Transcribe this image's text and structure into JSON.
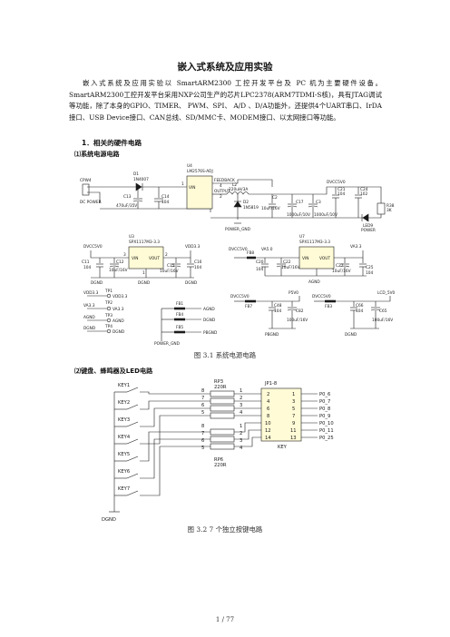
{
  "document": {
    "title": "嵌入式系统及应用实验",
    "intro": "嵌入式系统及应用实验以 SmartARM2300 工控开发平台及 PC 机为主要硬件设备。SmartARM2300工控开发平台采用NXP公司生产的芯片LPC2378(ARM7TDMI-S核)，具有JTAG调试等功能，除了本身的GPIO、TIMER、 PWM、SPI、 A/D 、D/A功能外，还提供4个UART串口、IrDA接口、USB Device接口、CAN总线、SD/MMC卡、MODEM接口、以太网接口等功能。",
    "section_1": "1．相关的硬件电路",
    "sub_1": "⑴系统电源电路",
    "fig1_caption": "图 3.1  系统电源电路",
    "sub_2": "⑵键盘、蜂鸣器及LED电路",
    "fig2_caption": "图 3.2   7 个独立按键电路",
    "page_number": "1 / 77"
  },
  "fig1": {
    "u4": "U4",
    "u4_part": "LM2576S-ADJ",
    "d1": "D1",
    "d1_part": "1N4007",
    "cpw4": "CPW4",
    "dc_power": "DC POWER",
    "c13": "C13",
    "c13_val": "470uF/35V",
    "c14": "C14",
    "c14_val": "104",
    "vin": "VIN",
    "feedback": "FEEDBACK",
    "output": "OUTPUT",
    "pin4": "4",
    "pin2": "2",
    "pin1": "1",
    "l2": "L2",
    "l2_val": "220uH/3A",
    "d2": "D2",
    "d2_part": "1N5819",
    "c2": "C2",
    "c2_val": "10uF/16V",
    "c17": "C17",
    "c17_val": "1000uF/10V",
    "c3": "C3",
    "c3_val": "1000uF/10V",
    "c21": "C21",
    "c21_val": "104",
    "c24": "C24",
    "c24_val": "102",
    "r38": "R38",
    "r38_val": "3K",
    "led9": "LED9",
    "led9_label": "POWER",
    "dvcc5v0_top": "DVCC5V0",
    "power_gnd": "POWER_GND",
    "u3": "U3",
    "u3_part": "SPX1117M3-3.3",
    "dvcc5v0_l": "DVCC5V0",
    "vdd33": "VDD3.3",
    "c11": "C11",
    "c11_val": "104",
    "c12": "C12",
    "c12_val": "10uF/16V",
    "c15": "C15",
    "c15_val": "10uF/16V",
    "c16": "C16",
    "c16_val": "104",
    "vin_label": "VIN",
    "vout_label": "VOUT",
    "u3_pin3": "3",
    "u3_pin2": "2",
    "u3_pin1": "1",
    "dgnd": "DGND",
    "u7": "U7",
    "u7_part": "SPX1117M3-3.3",
    "dvcc5v0_r": "DVCC5V0",
    "fb8": "FB8",
    "va50": "VA5.0",
    "va33": "VA3.3",
    "c20": "C20",
    "c20_val": "104",
    "c22": "C22",
    "c22_val": "10uF/16V",
    "c27": "C27",
    "c27_val": "10uF/16V",
    "c25": "C25",
    "c25_val": "104",
    "agnd": "AGND",
    "tp_vdd33": "VDD3.3",
    "tp_va33": "VA3.3",
    "tp_agnd": "AGND",
    "tp_dgnd": "DGND",
    "tp1": "TP1",
    "tp2": "TP2",
    "tp3": "TP3",
    "tp4": "TP4",
    "fb1": "FB1",
    "fb4": "FB4",
    "fb5": "FB5",
    "out_agnd": "AGND",
    "out_dgnd": "DGND",
    "out_pbgnd": "PBGND",
    "power_gnd2": "POWER_GND",
    "dvcc5v0_b1": "DVCC5V0",
    "p5v0": "P5V0",
    "fb7": "FB7",
    "c48": "C48",
    "c48_val": "104",
    "c82": "C82",
    "c82_val": "100uF/16V",
    "pbgnd": "PBGND",
    "dvcc5v0_b2": "DVCC5V0",
    "fb3": "FB3",
    "lcd5v0": "LCD_5V0",
    "c66": "C66",
    "c66_val": "104",
    "c65": "C65",
    "c65_val": "100uF/16V",
    "dgnd2": "DGND"
  },
  "fig2": {
    "rp3": "RP3",
    "rp3_val": "220R",
    "rp6": "RP6",
    "rp6_val": "220R",
    "jp": "JP1-8",
    "key": "KEY",
    "dgnd": "DGND",
    "keys": [
      "KEY1",
      "KEY2",
      "KEY3",
      "KEY4",
      "KEY5",
      "KEY6",
      "KEY7"
    ],
    "rp_left_top": [
      "8",
      "7",
      "6",
      "5"
    ],
    "rp_right_top": [
      "1",
      "2",
      "3",
      "4"
    ],
    "rp_left_bot": [
      "8",
      "7",
      "6",
      "5"
    ],
    "rp_right_bot": [
      "1",
      "2",
      "3",
      "4"
    ],
    "jp_left": [
      "2",
      "4",
      "6",
      "8",
      "10",
      "12",
      "14"
    ],
    "jp_right": [
      "1",
      "3",
      "5",
      "7",
      "9",
      "11",
      "13"
    ],
    "nets": [
      "P0_6",
      "P0_7",
      "P0_8",
      "P0_9",
      "P0_10",
      "P0_11",
      "P0_25"
    ]
  }
}
